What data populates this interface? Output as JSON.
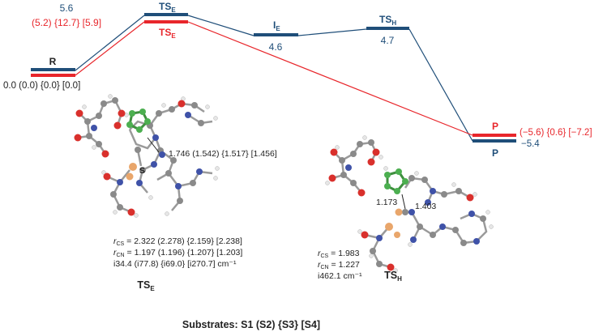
{
  "colors": {
    "blue": "#1f4e79",
    "red": "#e8262b",
    "black": "#222222",
    "carbon": "#8a8a8a",
    "nitrogen": "#3f52a8",
    "oxygen": "#d9302c",
    "hydrogen": "#e6e6e6",
    "sulfur": "#e9a66b",
    "ring": "#4caf50"
  },
  "levels": {
    "r": {
      "label": "R",
      "energy": "0.0 (0.0) {0.0} [0.0]"
    },
    "tse": {
      "label_main": "TS",
      "label_sub": "E",
      "energy_blue": "5.6",
      "energy_red": "(5.2) {12.7} [5.9]"
    },
    "ie": {
      "label_main": "I",
      "label_sub": "E",
      "energy": "4.6"
    },
    "tsh": {
      "label_main": "TS",
      "label_sub": "H",
      "energy": "4.7"
    },
    "p": {
      "label": "P",
      "energy_blue": "−5.4",
      "energy_red": "(−5.6) {0.6} [−7.2]"
    }
  },
  "tse_structure": {
    "bond_label": "1.746 (1.542) {1.517} [1.456]",
    "atom_label": "S",
    "params": [
      {
        "sym": "r",
        "sub": "CS",
        "value": " = 2.322 (2.278) {2.159} [2.238]"
      },
      {
        "sym": "r",
        "sub": "CN",
        "value": " = 1.197 (1.196) {1.207} [1.203]"
      },
      {
        "sym": "",
        "sub": "",
        "value": "i34.4 (i77.8) {i69.0} [i270.7] cm⁻¹"
      }
    ],
    "caption_main": "TS",
    "caption_sub": "E"
  },
  "tsh_structure": {
    "bond_label_1": "1.173",
    "bond_label_2": "1.403",
    "params": [
      {
        "sym": "r",
        "sub": "CS",
        "value": " = 1.983"
      },
      {
        "sym": "r",
        "sub": "CN",
        "value": " = 1.227"
      },
      {
        "sym": "",
        "sub": "",
        "value": "i462.1 cm⁻¹"
      }
    ],
    "caption_main": "TS",
    "caption_sub": "H"
  },
  "footer": "Substrates: S1 (S2) {S3} [S4]"
}
